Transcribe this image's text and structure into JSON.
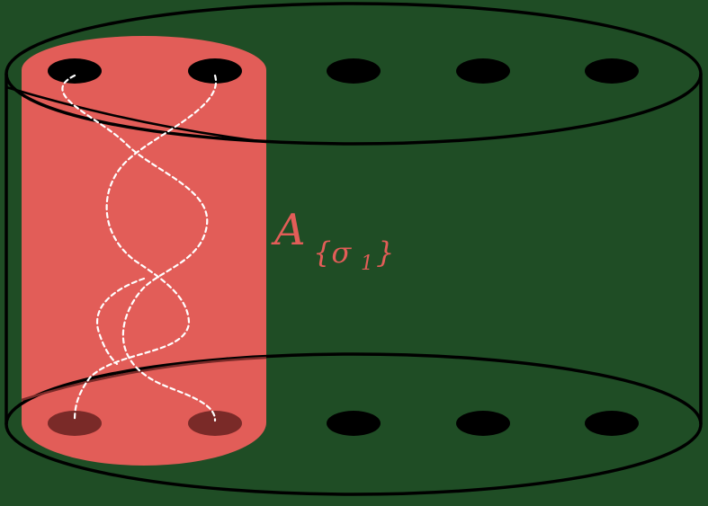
{
  "diagram": {
    "label_main": "A",
    "label_subscript": "{σ",
    "label_sub_index": "1",
    "label_close": "}",
    "colors": {
      "background": "#1f4d25",
      "outline": "#000000",
      "tube_fill": "#e25d58",
      "puncture_top": "#000000",
      "puncture_bottom": "#7a2a28",
      "strand": "#ffffff",
      "label": "#e25d58"
    },
    "top_punctures": 5,
    "bottom_punctures": 5,
    "braid_word": "σ1"
  }
}
